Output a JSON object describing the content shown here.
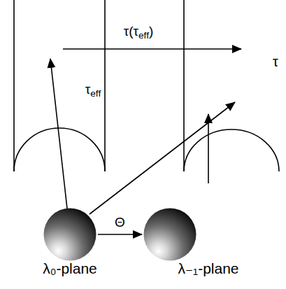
{
  "diagram": {
    "nodes": [
      {
        "text": [
          "λ₀-plane"
        ]
      },
      {
        "text": [
          "λ₋₁-plane"
        ]
      }
    ],
    "edges": [
      {
        "from": 0,
        "to": 1,
        "label": "Θ",
        "arrow": "to"
      }
    ],
    "labels": [
      "τ(τeff)",
      "τeff",
      "τ"
    ]
  }
}
